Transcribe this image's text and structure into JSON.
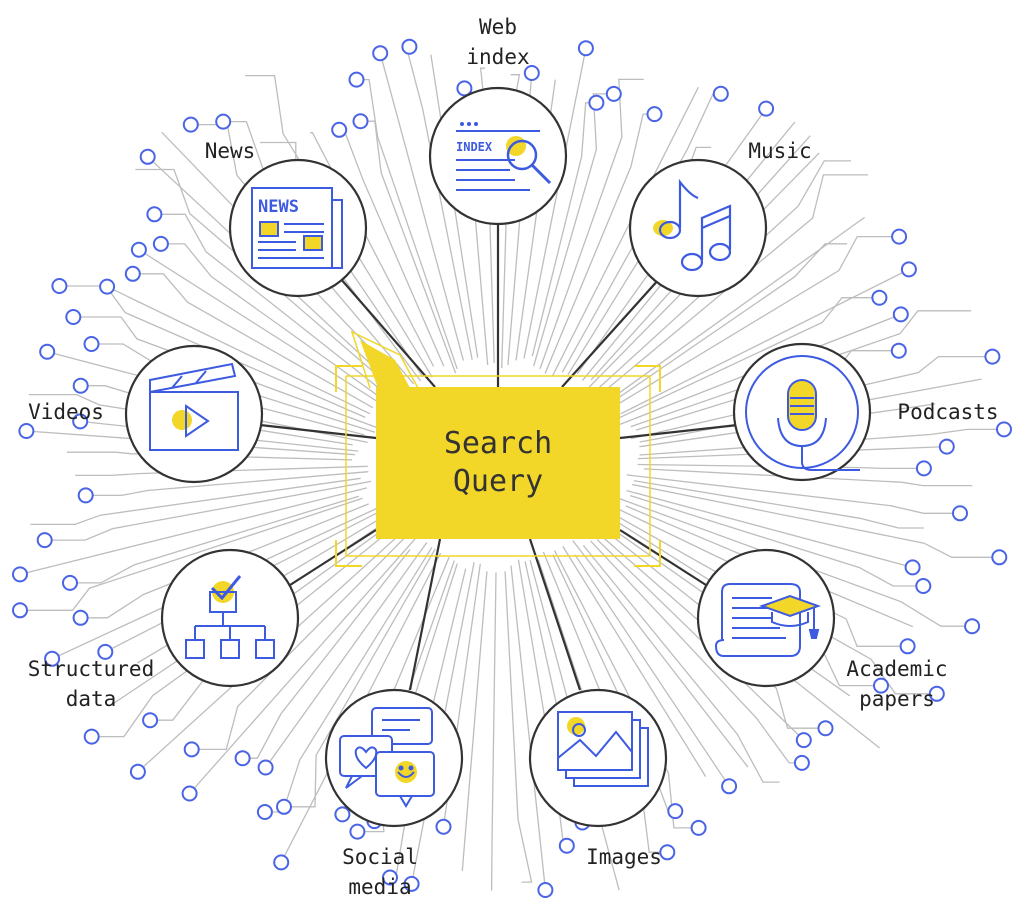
{
  "diagram": {
    "center": {
      "line1": "Search",
      "line2": "Query"
    },
    "sources": [
      {
        "id": "web-index",
        "lines": [
          "Web",
          "index"
        ],
        "icon": "web-index-icon",
        "badge": "INDEX"
      },
      {
        "id": "news",
        "lines": [
          "News"
        ],
        "icon": "newspaper-icon",
        "badge": "NEWS"
      },
      {
        "id": "music",
        "lines": [
          "Music"
        ],
        "icon": "music-notes-icon"
      },
      {
        "id": "videos",
        "lines": [
          "Videos"
        ],
        "icon": "video-clapperboard-icon"
      },
      {
        "id": "podcasts",
        "lines": [
          "Podcasts"
        ],
        "icon": "microphone-icon"
      },
      {
        "id": "structured-data",
        "lines": [
          "Structured",
          "data"
        ],
        "icon": "hierarchy-checkmark-icon"
      },
      {
        "id": "academic-papers",
        "lines": [
          "Academic",
          "papers"
        ],
        "icon": "graduation-cap-scroll-icon"
      },
      {
        "id": "social-media",
        "lines": [
          "Social",
          "media"
        ],
        "icon": "chat-bubbles-icon"
      },
      {
        "id": "images",
        "lines": [
          "Images"
        ],
        "icon": "image-gallery-icon"
      }
    ]
  },
  "colors": {
    "accent_yellow": "#f2d729",
    "icon_blue": "#3d5be0",
    "node_blue": "#4a64e6",
    "connector_gray": "#bdbdbd",
    "spoke_dark": "#333333",
    "text": "#222222"
  }
}
